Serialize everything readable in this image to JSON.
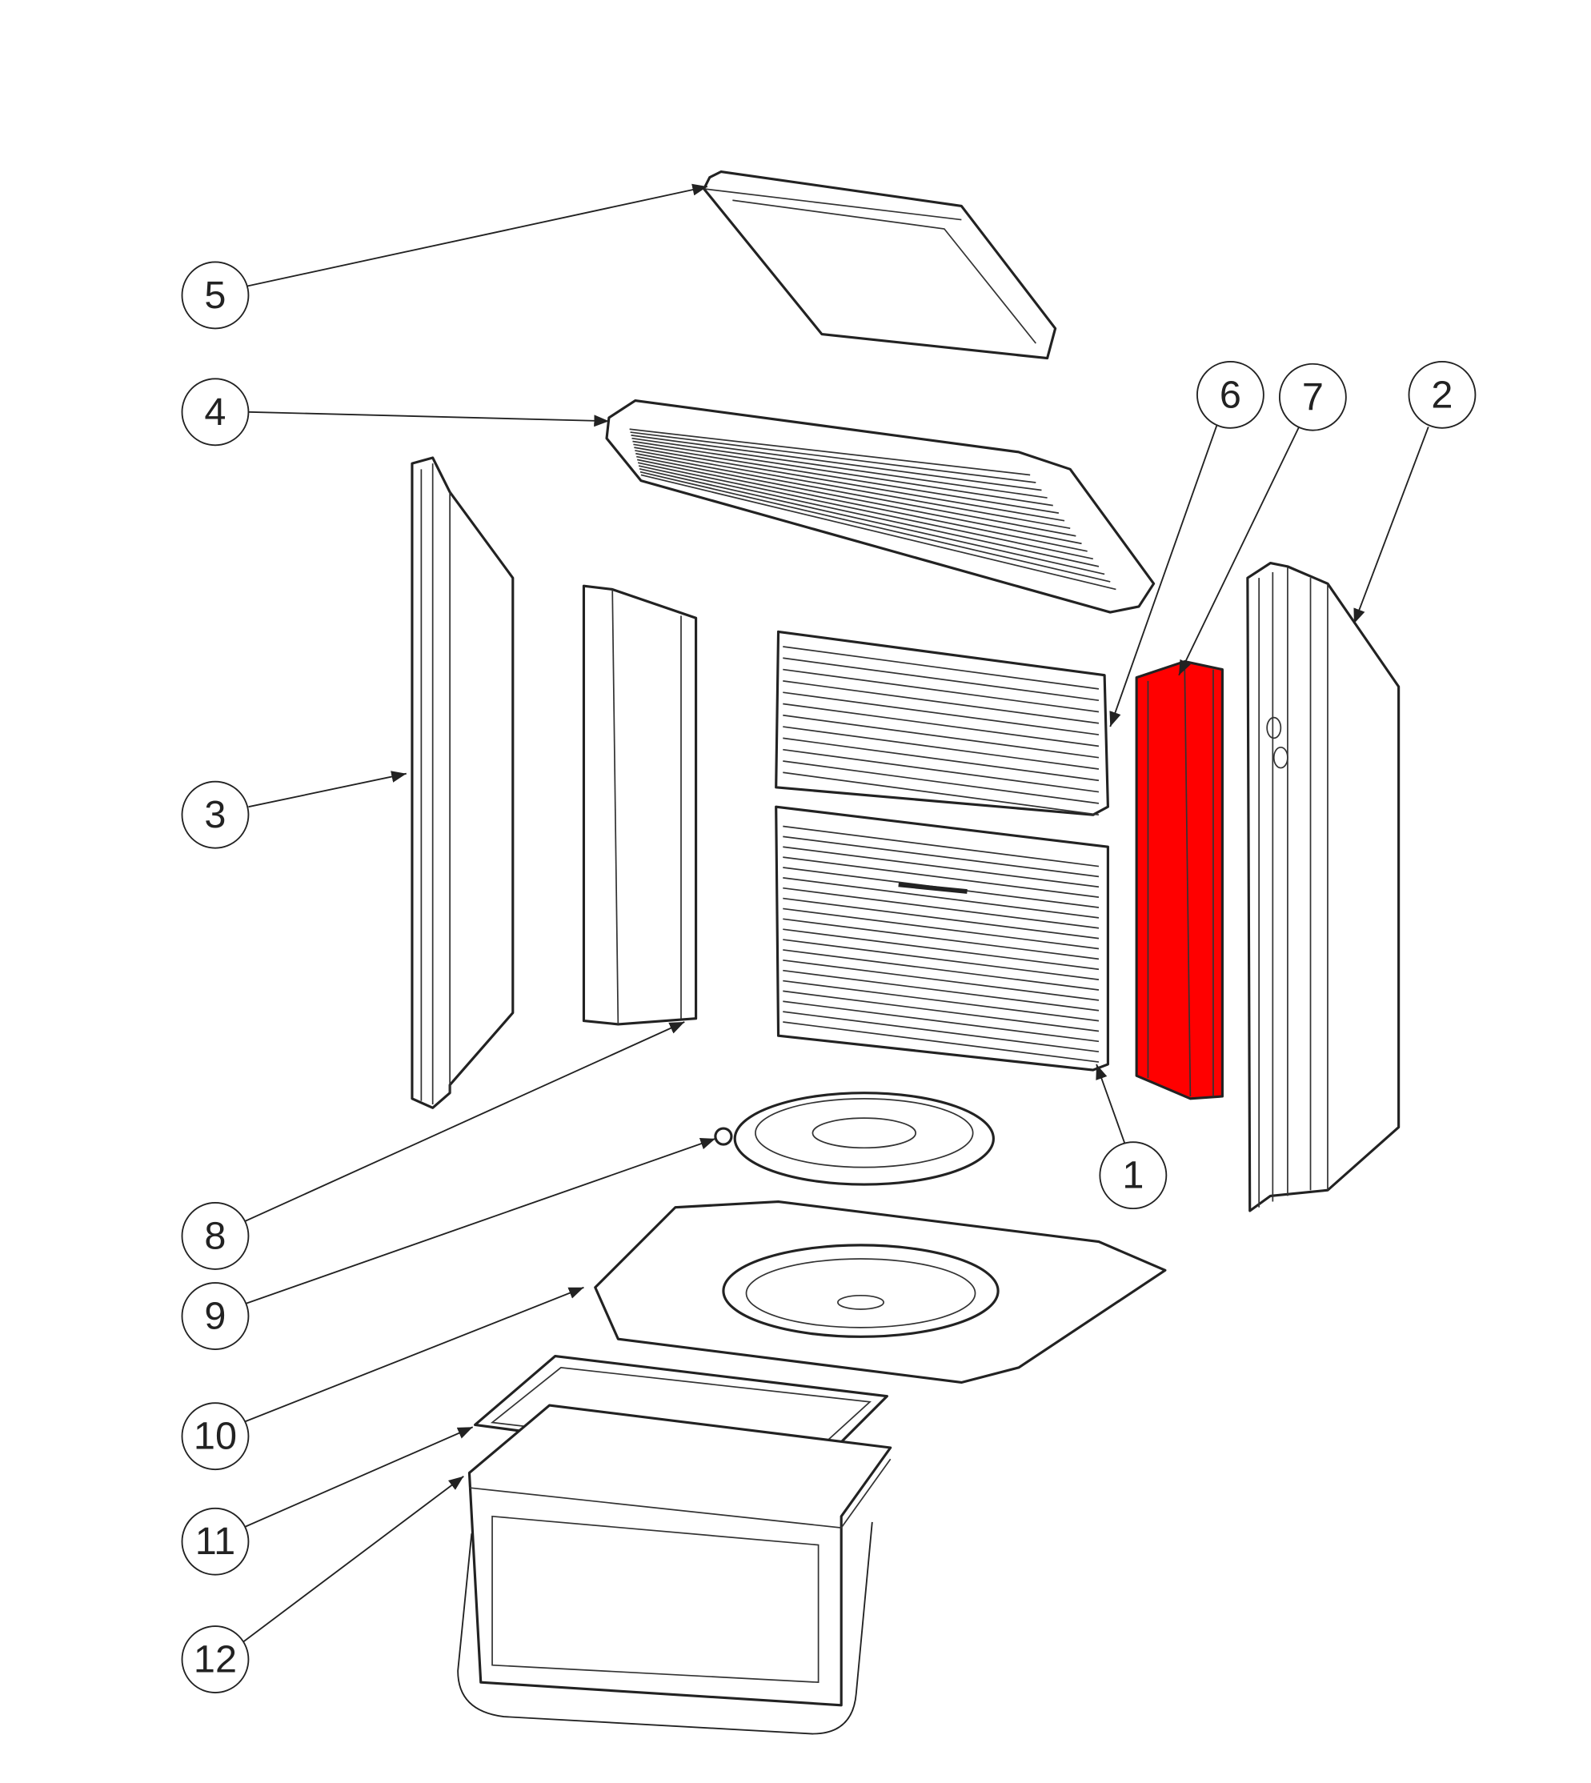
{
  "diagram": {
    "highlight_color": "#ff0000",
    "labels": [
      "1",
      "2",
      "3",
      "4",
      "5",
      "6",
      "7",
      "8",
      "9",
      "10",
      "11",
      "12"
    ]
  }
}
